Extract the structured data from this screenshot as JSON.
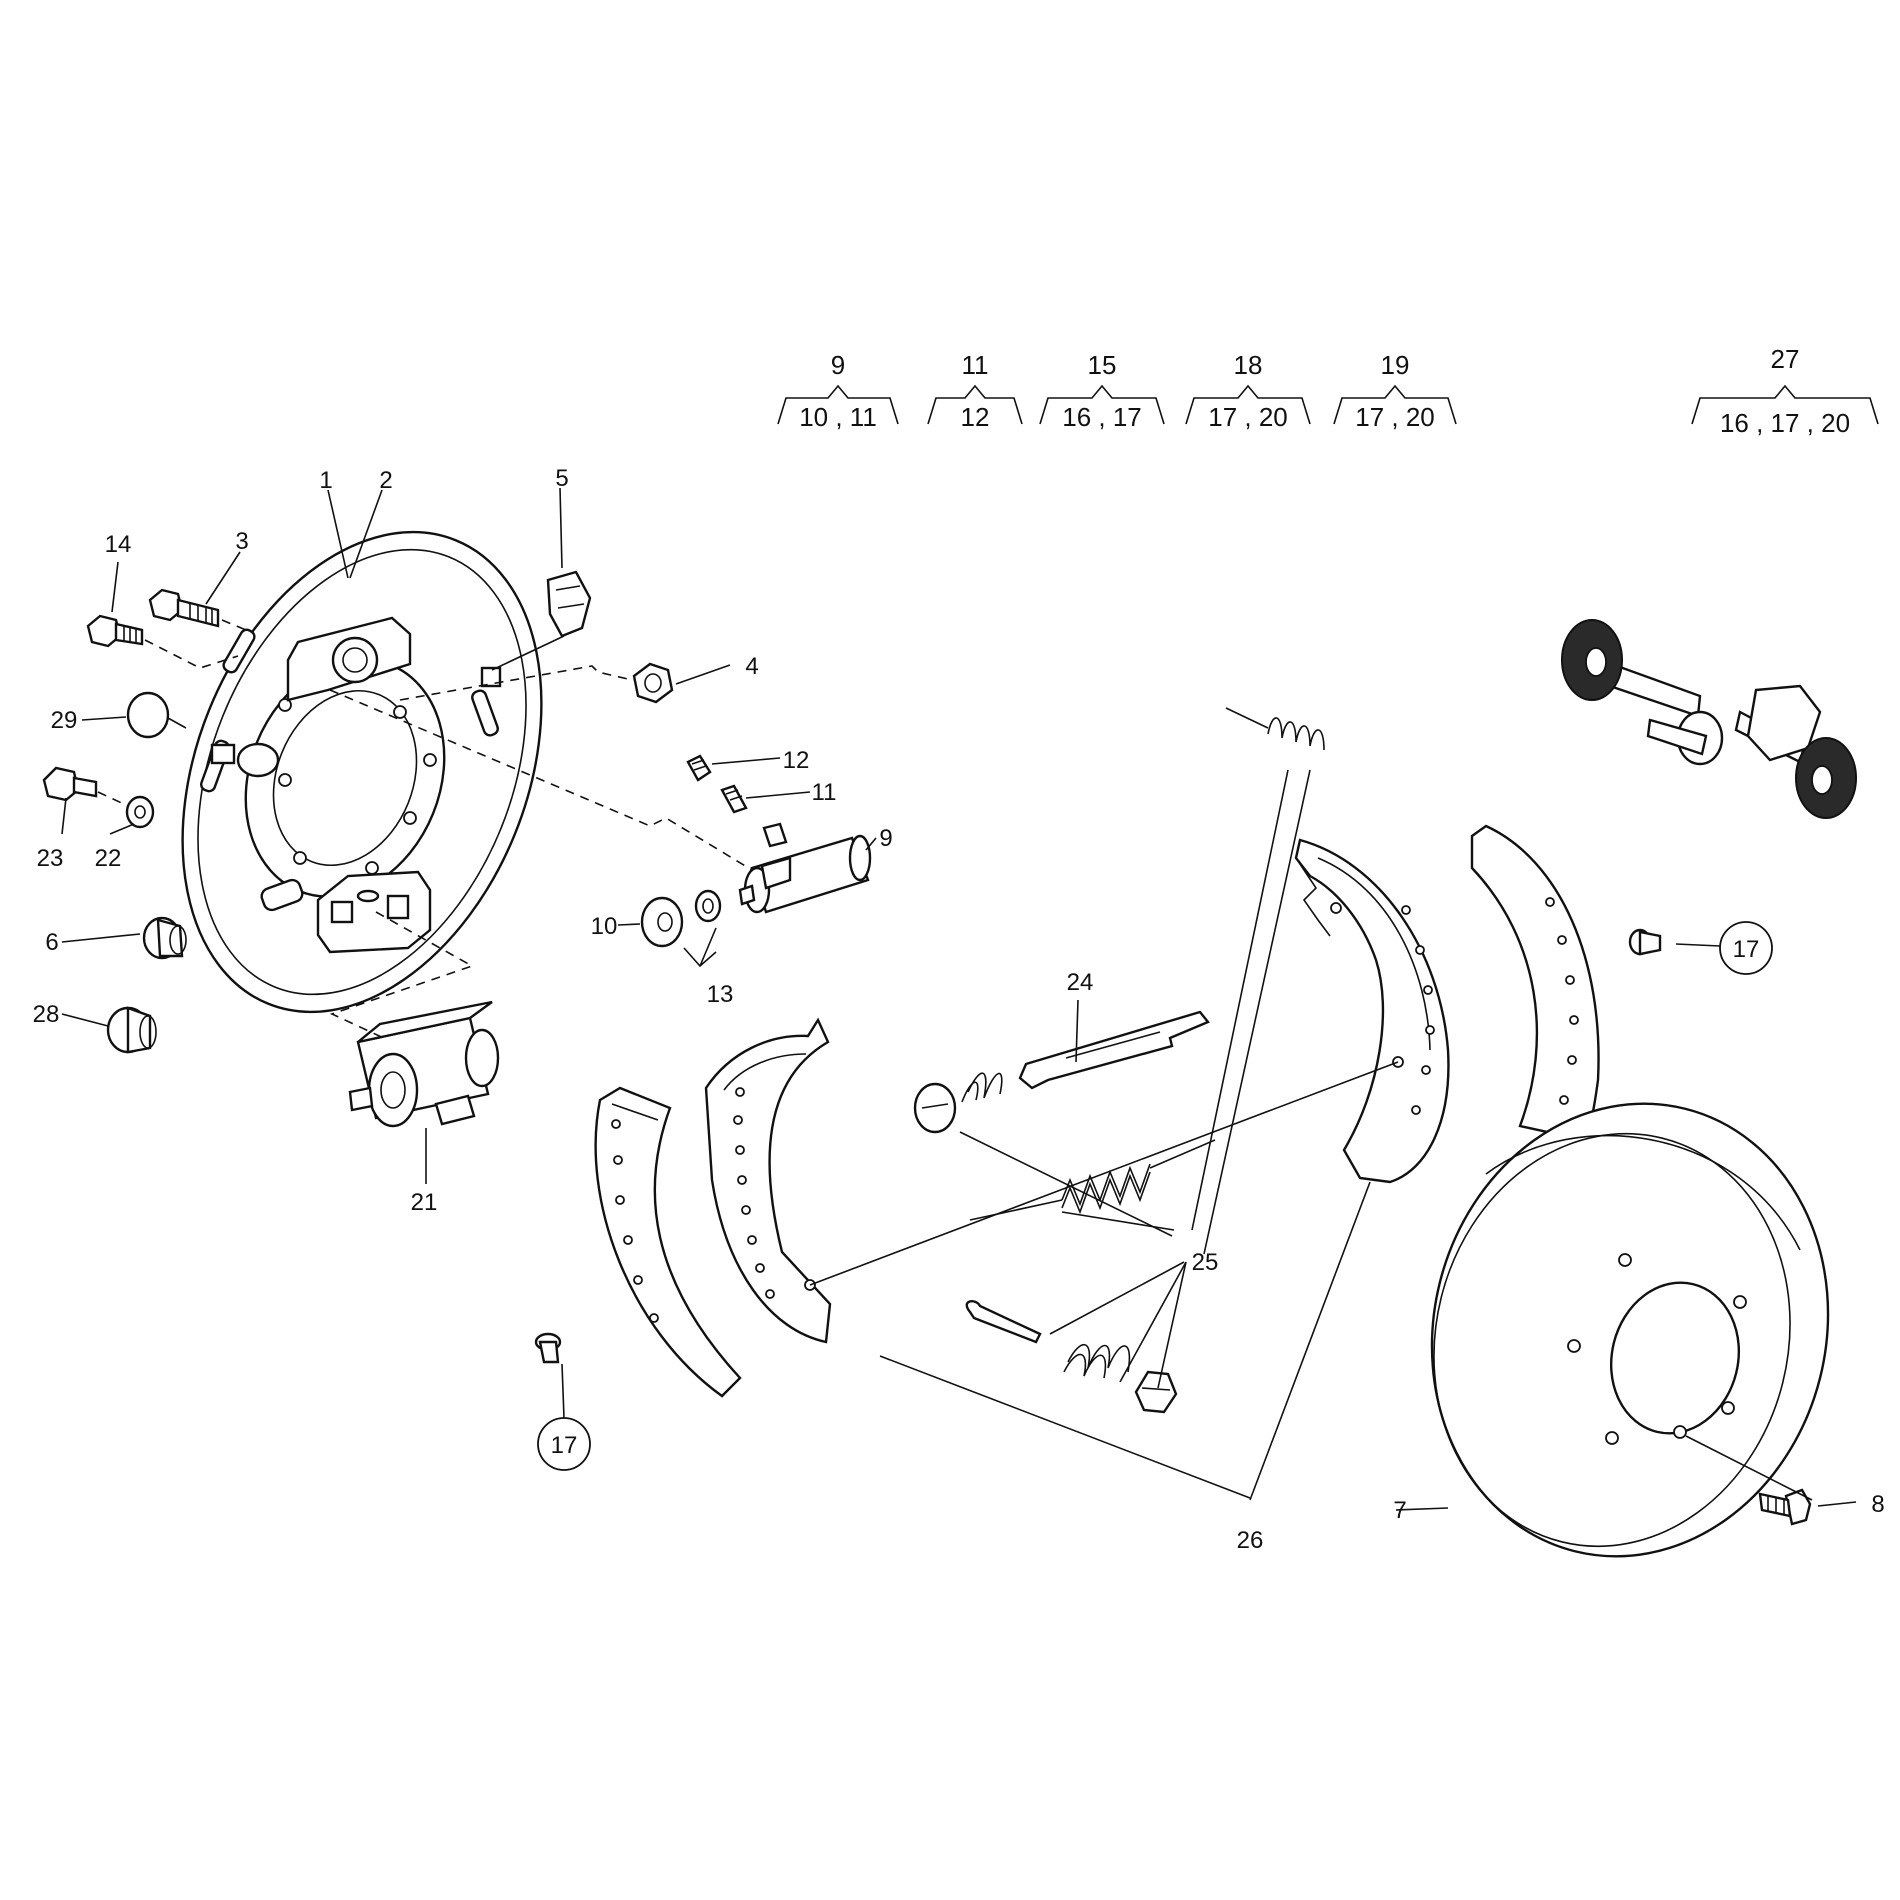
{
  "groups": [
    {
      "parent": "9",
      "children": "10 , 11"
    },
    {
      "parent": "11",
      "children": "12"
    },
    {
      "parent": "15",
      "children": "16 , 17"
    },
    {
      "parent": "18",
      "children": "17 , 20"
    },
    {
      "parent": "19",
      "children": "17 , 20"
    },
    {
      "parent": "27",
      "children": "16 , 17 , 20"
    }
  ],
  "labels": {
    "p1": "1",
    "p2": "2",
    "p3": "3",
    "p4": "4",
    "p5": "5",
    "p6": "6",
    "p7": "7",
    "p8": "8",
    "p9": "9",
    "p10": "10",
    "p11": "11",
    "p12": "12",
    "p13": "13",
    "p14": "14",
    "p17a": "17",
    "p17b": "17",
    "p21": "21",
    "p22": "22",
    "p23": "23",
    "p24": "24",
    "p25": "25",
    "p26": "26",
    "p28": "28",
    "p29": "29"
  }
}
